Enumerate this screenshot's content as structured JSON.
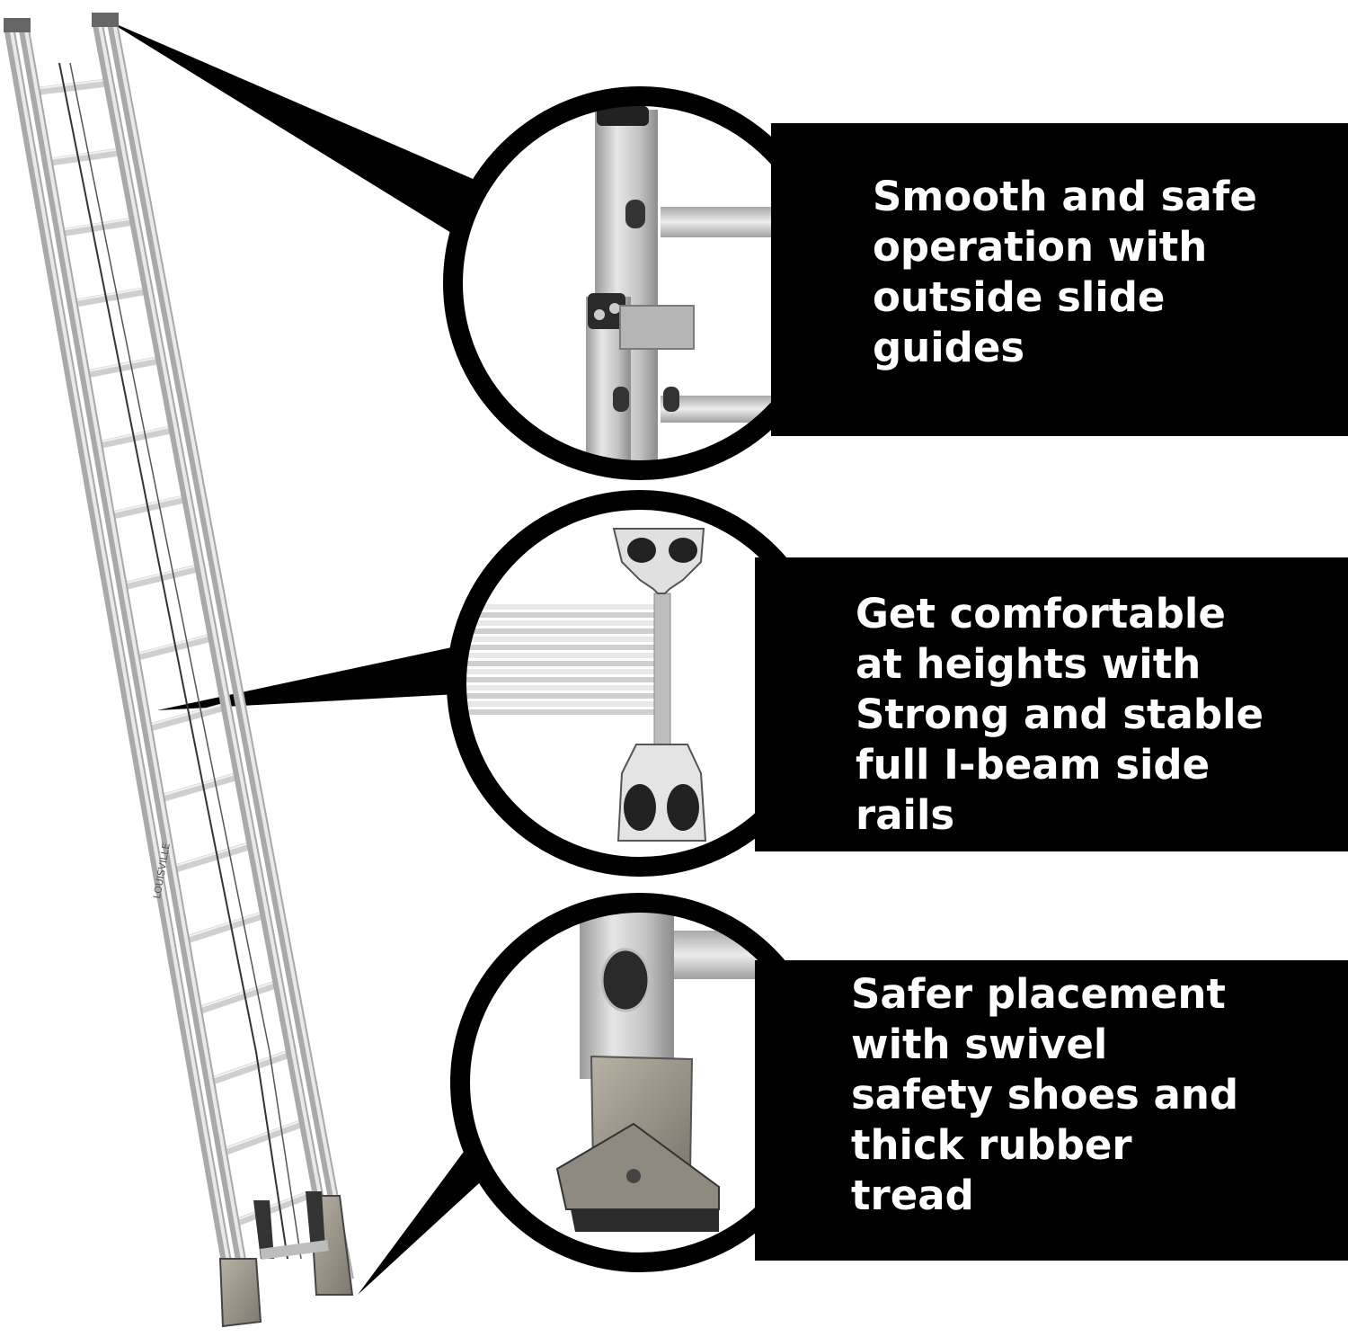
{
  "callouts": [
    {
      "lines": [
        "Smooth and safe",
        "operation with",
        "outside slide",
        "guides"
      ]
    },
    {
      "lines": [
        "Get comfortable",
        "at heights with",
        "Strong and stable",
        "full I-beam side",
        "rails"
      ]
    },
    {
      "lines": [
        "Safer placement",
        "with swivel",
        "safety shoes and",
        "thick rubber",
        "tread"
      ]
    }
  ],
  "ladder_label": "LOUISVILLE",
  "colors": {
    "panel": "#000000",
    "panel_text": "#ffffff",
    "aluminum": "#c9c9c9",
    "background": "#ffffff"
  }
}
